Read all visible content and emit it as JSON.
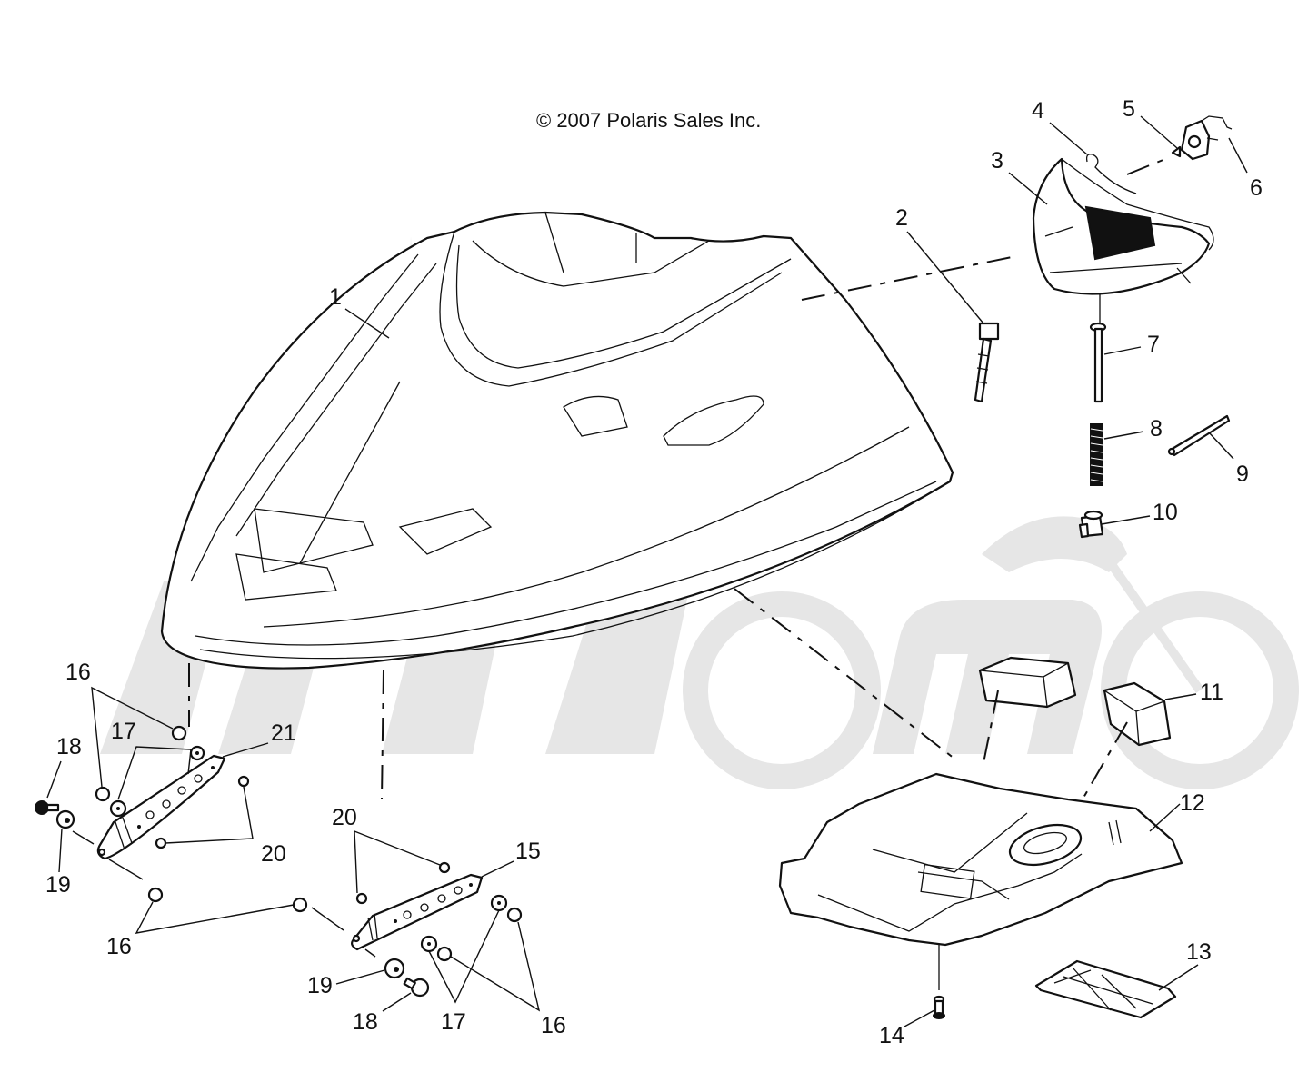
{
  "diagram": {
    "copyright": "© 2007 Polaris Sales Inc.",
    "watermark_color": "#e6e6e6",
    "line_color": "#111111",
    "parts": [
      {
        "id": "1",
        "label": "1"
      },
      {
        "id": "2",
        "label": "2"
      },
      {
        "id": "3",
        "label": "3"
      },
      {
        "id": "4",
        "label": "4"
      },
      {
        "id": "5",
        "label": "5"
      },
      {
        "id": "6",
        "label": "6"
      },
      {
        "id": "7",
        "label": "7"
      },
      {
        "id": "8",
        "label": "8"
      },
      {
        "id": "9",
        "label": "9"
      },
      {
        "id": "10",
        "label": "10"
      },
      {
        "id": "11",
        "label": "11"
      },
      {
        "id": "12",
        "label": "12"
      },
      {
        "id": "13",
        "label": "13"
      },
      {
        "id": "14",
        "label": "14"
      },
      {
        "id": "15",
        "label": "15"
      },
      {
        "id": "16",
        "label": "16"
      },
      {
        "id": "17",
        "label": "17"
      },
      {
        "id": "18",
        "label": "18"
      },
      {
        "id": "19",
        "label": "19"
      },
      {
        "id": "20",
        "label": "20"
      },
      {
        "id": "21",
        "label": "21"
      }
    ]
  }
}
